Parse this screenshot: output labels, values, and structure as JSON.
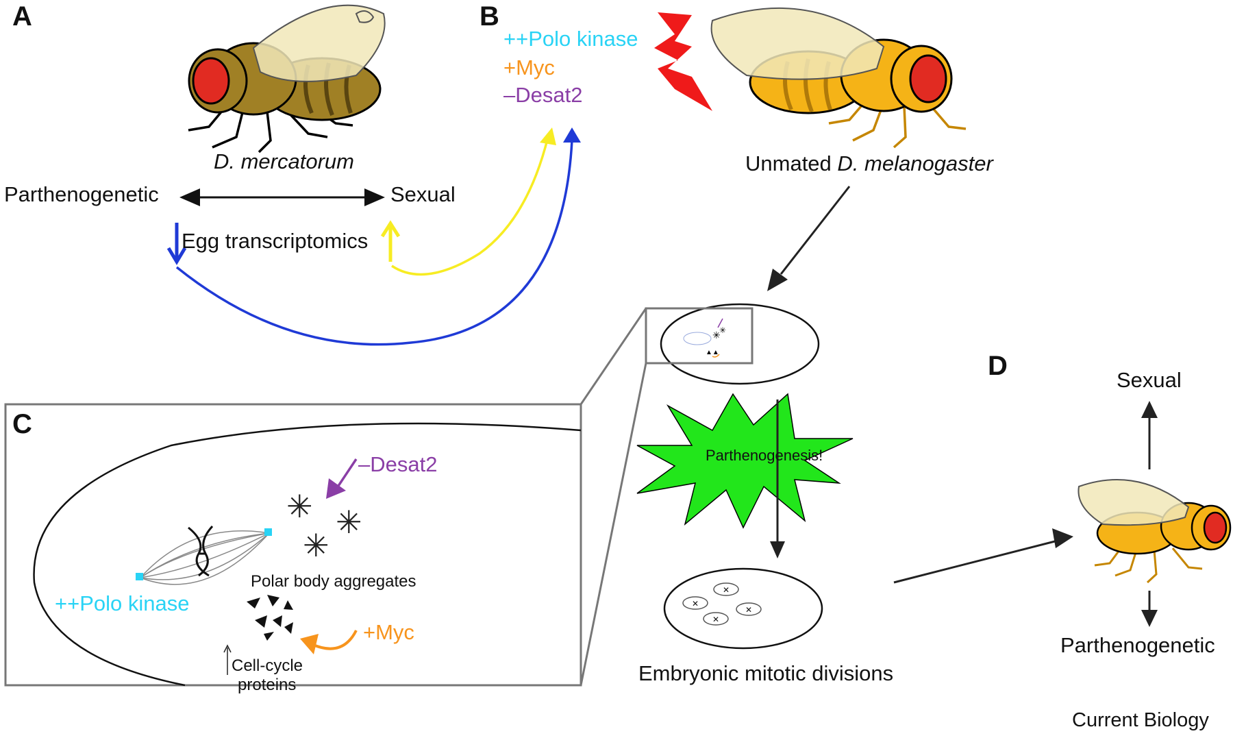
{
  "panels": {
    "a": "A",
    "b": "B",
    "c": "C",
    "d": "D"
  },
  "panel_a": {
    "species": "D. mercatorum",
    "left_mode": "Parthenogenetic",
    "right_mode": "Sexual",
    "method": "Egg transcriptomics"
  },
  "panel_b": {
    "genes": [
      {
        "label": "++Polo kinase",
        "color": "#29d3f5"
      },
      {
        "label": "+Myc",
        "color": "#f7941d"
      },
      {
        "label": "–Desat2",
        "color": "#8a3ea6"
      }
    ],
    "fly_caption_prefix": "Unmated ",
    "fly_caption_species": "D. melanogaster"
  },
  "panel_c": {
    "desat": "–Desat2",
    "polar": "Polar body aggregates",
    "polo": "++Polo kinase",
    "myc": "+Myc",
    "cellcycle_1": "Cell-cycle",
    "cellcycle_2": "proteins"
  },
  "center": {
    "burst": "Parthenogenesis!",
    "mitotic": "Embryonic mitotic divisions"
  },
  "panel_d": {
    "sexual": "Sexual",
    "parthenogenetic": "Parthenogenetic"
  },
  "journal": "Current Biology",
  "colors": {
    "brown_fly": "#a08025",
    "yellow_fly": "#f5b317",
    "eye": "#e12b22",
    "blue_arrow": "#1f3ad6",
    "yellow_arrow": "#f7ec23",
    "burst": "#22e61b",
    "lightning": "#ef1a1a",
    "cyan": "#29d3f5",
    "orange": "#f7941d",
    "purple": "#8a3ea6"
  }
}
